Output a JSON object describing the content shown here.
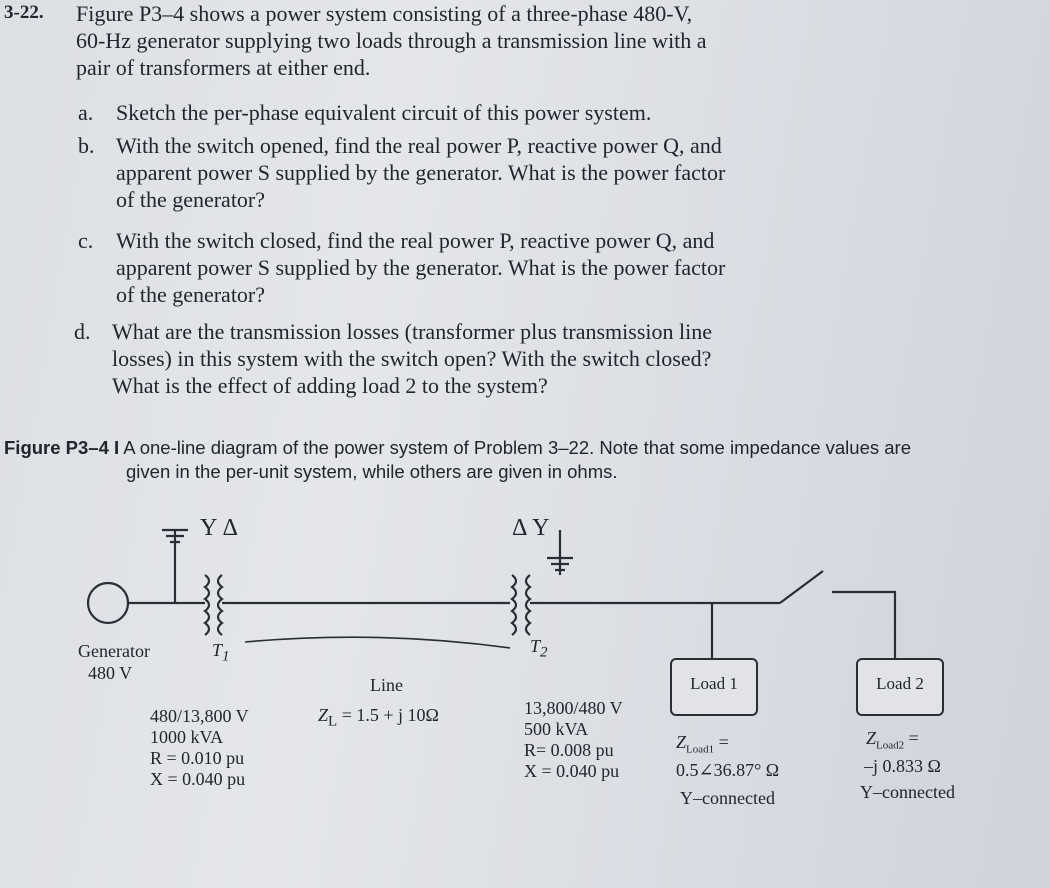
{
  "problem": {
    "number": "3-22.",
    "intro_lines": [
      "Figure P3–4 shows a power system consisting of a three-phase 480-V,",
      "60-Hz generator supplying two loads through a transmission line with a",
      "pair of transformers at either end."
    ],
    "items": [
      {
        "label": "a.",
        "lines": [
          "Sketch the per-phase equivalent circuit of this power system."
        ]
      },
      {
        "label": "b.",
        "lines": [
          "With the switch opened, find the real power P, reactive power Q, and",
          "apparent power S supplied by the generator. What is the power factor",
          "of the generator?"
        ]
      },
      {
        "label": "c.",
        "lines": [
          "With the switch closed, find the real power P, reactive power Q, and",
          "apparent power S supplied by the generator. What is the power factor",
          "of the generator?"
        ]
      },
      {
        "label": "d.",
        "lines": [
          "What are the transmission losses (transformer plus transmission line",
          "losses) in this system with the switch open? With the switch closed?",
          "What is the effect of adding load 2 to the system?"
        ]
      }
    ]
  },
  "caption": {
    "label": "Figure P3–4 I",
    "line1": " A one-line diagram of the power system of Problem 3–22. Note that some impedance values are",
    "line2": "given in the per-unit system, while others are given in ohms."
  },
  "diagram": {
    "t1_winding": "Y Δ",
    "t2_winding": "Δ Y",
    "generator_label": "Generator",
    "generator_voltage": "480 V",
    "t1_label": "T",
    "t1_sub": "1",
    "t2_label": "T",
    "t2_sub": "2",
    "line_label": "Line",
    "line_impedance": "Z",
    "line_impedance_sub": "L",
    "line_impedance_value": " = 1.5 + j 10Ω",
    "t1_specs": [
      "480/13,800 V",
      "1000 kVA",
      "R = 0.010 pu",
      "X = 0.040 pu"
    ],
    "t2_specs": [
      "13,800/480 V",
      "500 kVA",
      "R= 0.008 pu",
      "X = 0.040 pu"
    ],
    "load1_name": "Load 1",
    "load1_z": "Z",
    "load1_z_sub": "Load1",
    "load1_z_eq": " =",
    "load1_value": "0.5∠36.87° Ω",
    "load1_conn": "Y–connected",
    "load2_name": "Load 2",
    "load2_z": "Z",
    "load2_z_sub": "Load2",
    "load2_z_eq": " =",
    "load2_value": "–j 0.833 Ω",
    "load2_conn": "Y–connected"
  }
}
